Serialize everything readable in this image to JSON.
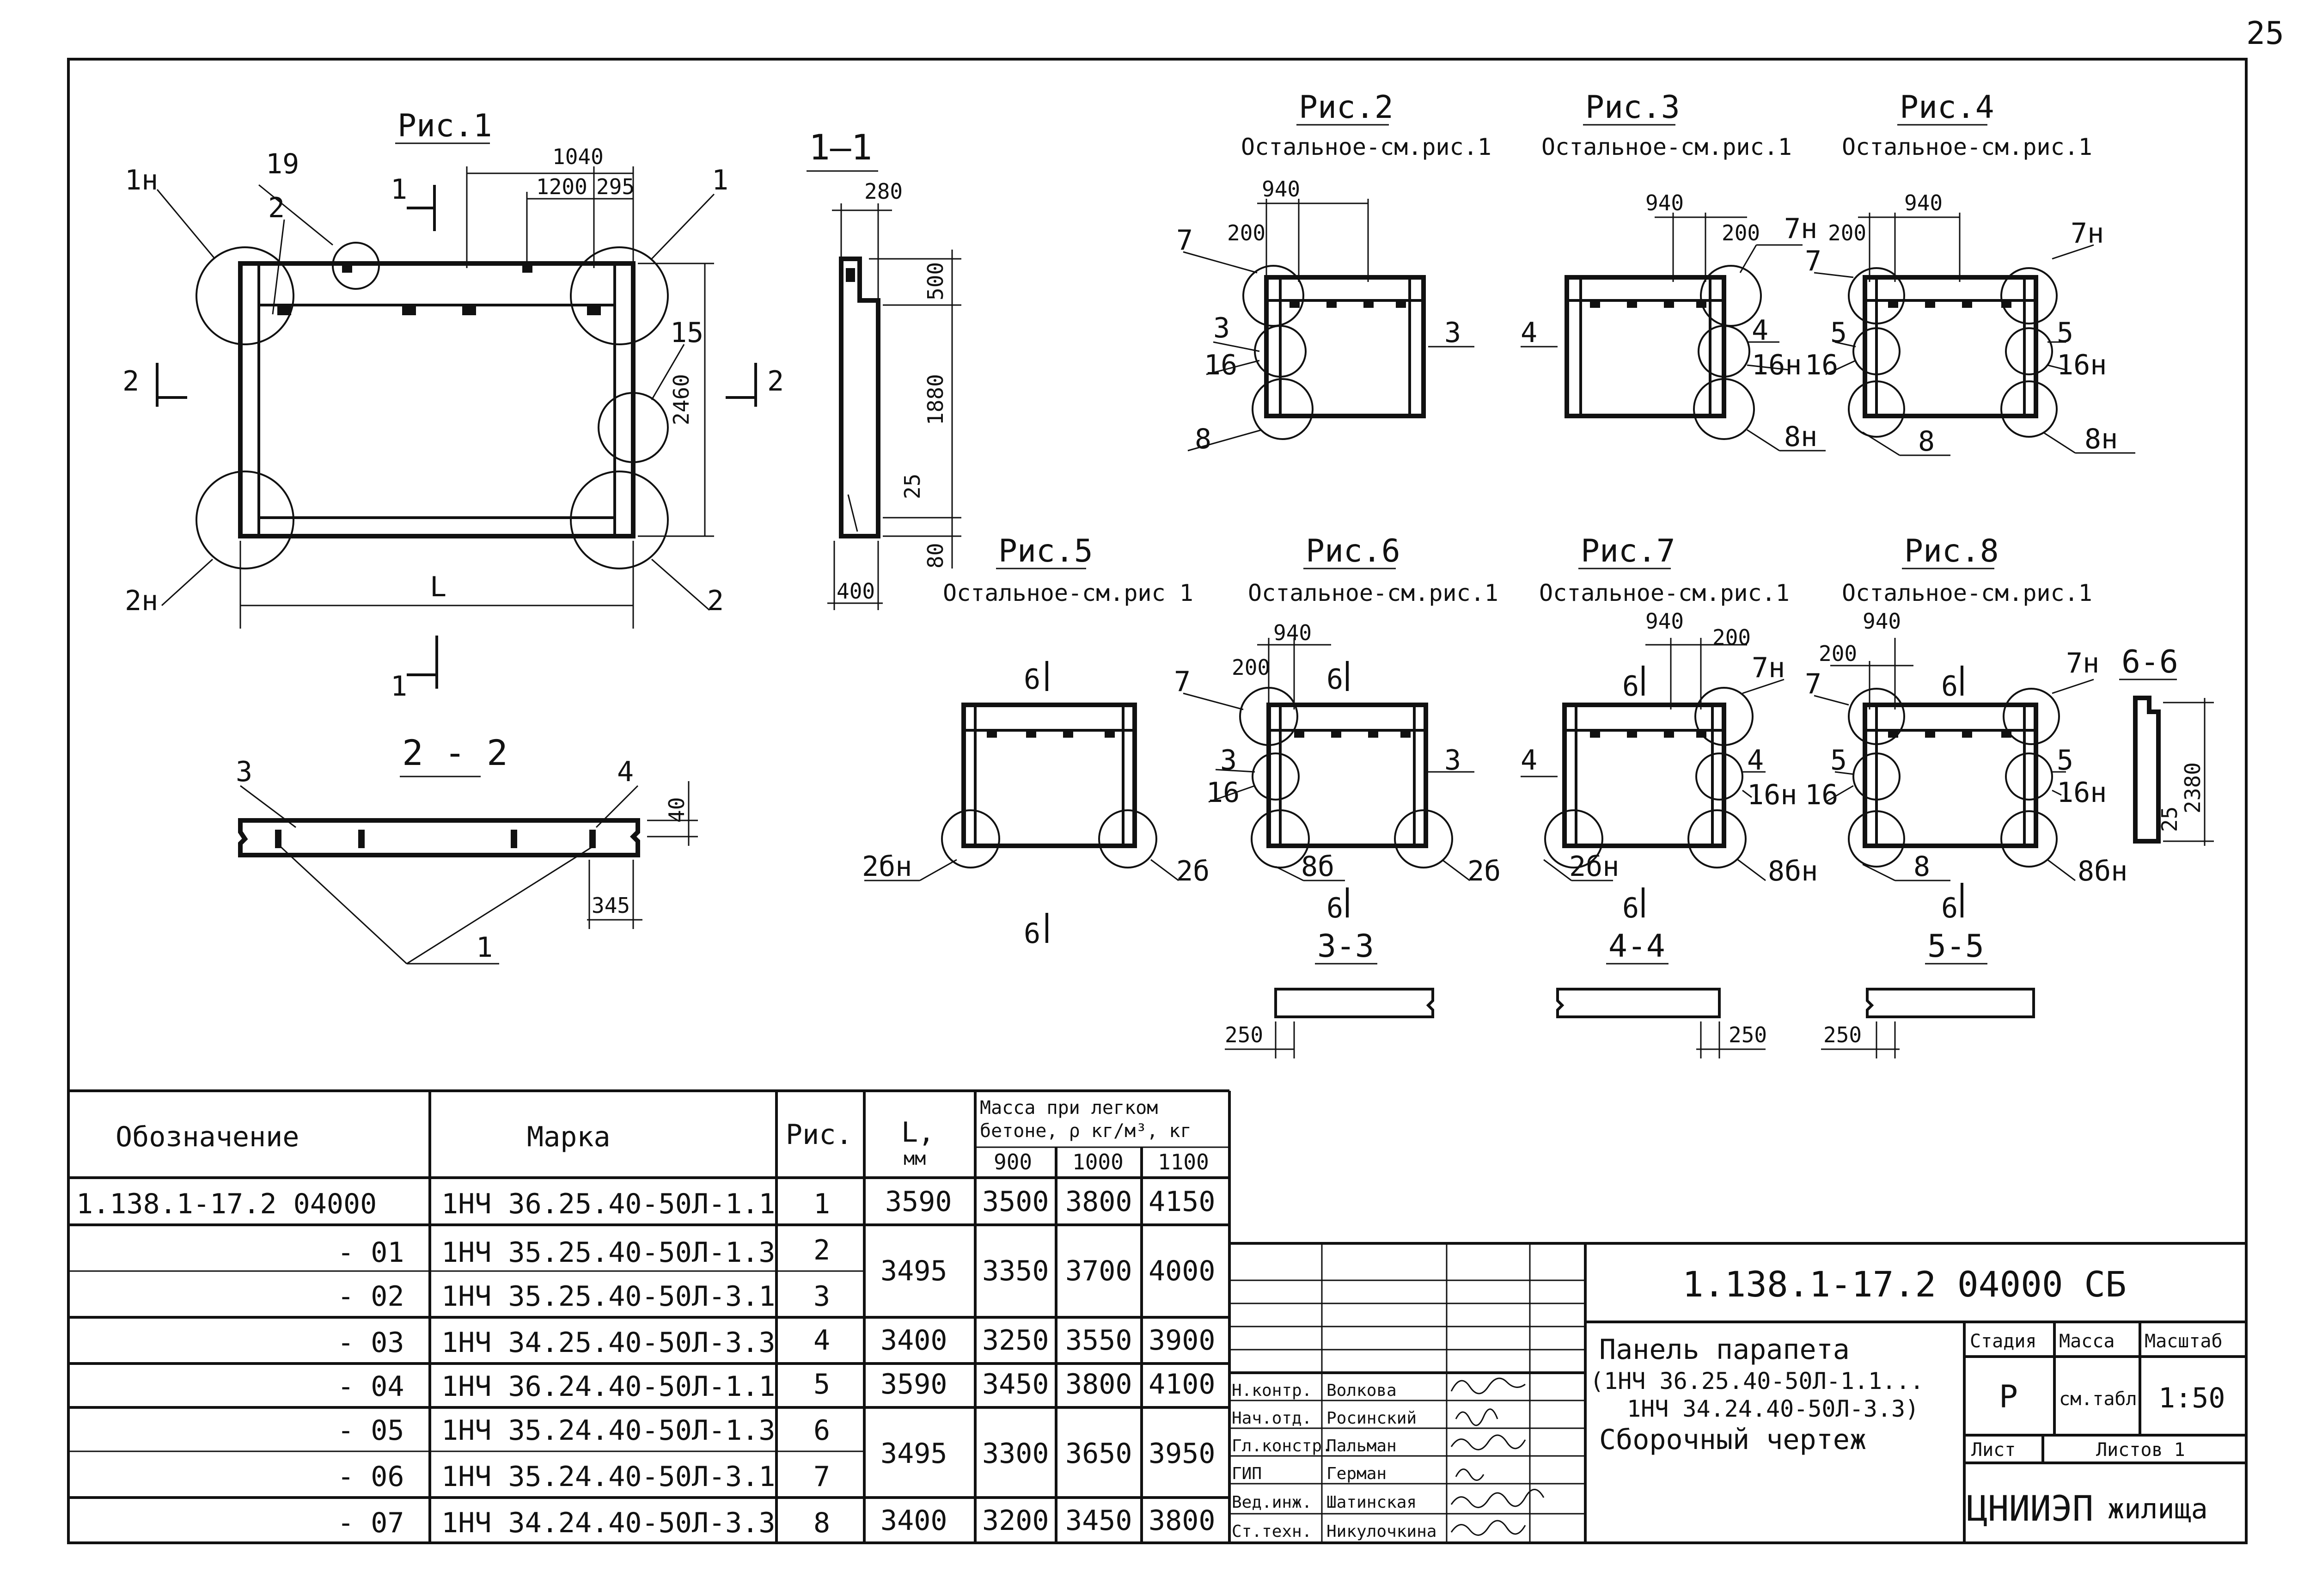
{
  "page_number": "25",
  "figures": {
    "fig1": {
      "title": "Рис.1",
      "callouts": [
        "1н",
        "19",
        "2",
        "1",
        "15",
        "2н",
        "2"
      ],
      "dims": [
        "1040",
        "1200",
        "295",
        "2460",
        "L"
      ],
      "section_marks": [
        "1",
        "1",
        "2",
        "2"
      ]
    },
    "sec11": {
      "title": "1—1",
      "dims": [
        "280",
        "500",
        "1880",
        "25",
        "80",
        "400"
      ]
    },
    "sec22": {
      "title": "2 - 2",
      "callouts": [
        "3",
        "4",
        "1"
      ],
      "dims": [
        "40",
        "345"
      ]
    },
    "fig2": {
      "title": "Рис.2",
      "note": "Остальное-см.рис.1",
      "dims": [
        "940",
        "200"
      ],
      "callouts": [
        "7",
        "3",
        "16",
        "8",
        "3"
      ]
    },
    "fig3": {
      "title": "Рис.3",
      "note": "Остальное-см.рис.1",
      "dims": [
        "940",
        "200"
      ],
      "callouts": [
        "7н",
        "4",
        "4",
        "16н",
        "8н"
      ]
    },
    "fig4": {
      "title": "Рис.4",
      "note": "Остальное-см.рис.1",
      "dims": [
        "940",
        "200"
      ],
      "callouts": [
        "7н",
        "7",
        "5",
        "16",
        "5",
        "16н",
        "8",
        "8н"
      ]
    },
    "fig5": {
      "title": "Рис.5",
      "note": "Остальное-см.рис 1",
      "callouts": [
        "2бн",
        "2б"
      ],
      "marks": [
        "6",
        "6"
      ]
    },
    "fig6": {
      "title": "Рис.6",
      "note": "Остальное-см.рис.1",
      "dims": [
        "940",
        "200"
      ],
      "callouts": [
        "7",
        "3",
        "16",
        "8б",
        "2б",
        "3"
      ],
      "marks": [
        "6",
        "6"
      ]
    },
    "fig7": {
      "title": "Рис.7",
      "note": "Остальное-см.рис.1",
      "dims": [
        "940",
        "200"
      ],
      "callouts": [
        "7н",
        "4",
        "4",
        "16н",
        "2бн",
        "8бн"
      ],
      "marks": [
        "6",
        "6"
      ]
    },
    "fig8": {
      "title": "Рис.8",
      "note": "Остальное-см.рис.1",
      "dims": [
        "200",
        "940"
      ],
      "callouts": [
        "7н",
        "7",
        "5",
        "16",
        "5",
        "16н",
        "8",
        "8бн"
      ],
      "marks": [
        "6",
        "6"
      ]
    },
    "sec66": {
      "title": "6-6",
      "dims": [
        "25",
        "2380"
      ]
    },
    "sec33": {
      "title": "3-3",
      "dims": [
        "250"
      ]
    },
    "sec44": {
      "title": "4-4",
      "dims": [
        "250"
      ]
    },
    "sec55": {
      "title": "5-5",
      "dims": [
        "250"
      ]
    }
  },
  "spec_table": {
    "headers": {
      "designation": "Обозначение",
      "mark": "Марка",
      "fig": "Рис.",
      "length": "L,",
      "length_unit": "мм",
      "mass_line1": "Масса при легком",
      "mass_line2": "бетоне, ρ кг/м³, кг",
      "densities": [
        "900",
        "1000",
        "1100"
      ]
    },
    "rows": [
      {
        "designation": "1.138.1-17.2 04000",
        "mark": "1НЧ 36.25.40-50Л-1.1",
        "fig": "1",
        "length": "3590",
        "m900": "3500",
        "m1000": "3800",
        "m1100": "4150"
      },
      {
        "designation": "- 01",
        "mark": "1НЧ 35.25.40-50Л-1.3",
        "fig": "2",
        "length": "3495",
        "m900": "3350",
        "m1000": "3700",
        "m1100": "4000"
      },
      {
        "designation": "- 02",
        "mark": "1НЧ 35.25.40-50Л-3.1",
        "fig": "3",
        "length": "",
        "m900": "",
        "m1000": "",
        "m1100": ""
      },
      {
        "designation": "- 03",
        "mark": "1НЧ 34.25.40-50Л-3.3",
        "fig": "4",
        "length": "3400",
        "m900": "3250",
        "m1000": "3550",
        "m1100": "3900"
      },
      {
        "designation": "- 04",
        "mark": "1НЧ 36.24.40-50Л-1.1",
        "fig": "5",
        "length": "3590",
        "m900": "3450",
        "m1000": "3800",
        "m1100": "4100"
      },
      {
        "designation": "- 05",
        "mark": "1НЧ 35.24.40-50Л-1.3",
        "fig": "6",
        "length": "3495",
        "m900": "3300",
        "m1000": "3650",
        "m1100": "3950"
      },
      {
        "designation": "- 06",
        "mark": "1НЧ 35.24.40-50Л-3.1",
        "fig": "7",
        "length": "",
        "m900": "",
        "m1000": "",
        "m1100": ""
      },
      {
        "designation": "- 07",
        "mark": "1НЧ 34.24.40-50Л-3.3",
        "fig": "8",
        "length": "3400",
        "m900": "3200",
        "m1000": "3450",
        "m1100": "3800"
      }
    ]
  },
  "title_block": {
    "doc_code": "1.138.1-17.2  04000 СБ",
    "title_line1": "Панель парапета",
    "title_line2": "(1НЧ 36.25.40-50Л-1.1...",
    "title_line3": "1НЧ 34.24.40-50Л-3.3)",
    "title_line4": "Сборочный чертеж",
    "stage_label": "Стадия",
    "mass_label": "Масса",
    "scale_label": "Масштаб",
    "stage": "Р",
    "mass": "см.табл",
    "scale": "1:50",
    "sheet_label": "Лист",
    "sheets_label": "Листов 1",
    "org_name_a": "ЦНИИЭП",
    "org_name_b": "жилища",
    "signatures": [
      {
        "role": "Н.контр.",
        "name": "Волкова"
      },
      {
        "role": "Нач.отд.",
        "name": "Росинский"
      },
      {
        "role": "Гл.констр.",
        "name": "Пальман"
      },
      {
        "role": "ГИП",
        "name": "Герман"
      },
      {
        "role": "Вед.инж.",
        "name": "Шатинская"
      },
      {
        "role": "Ст.техн.",
        "name": "Никулочкина"
      }
    ]
  }
}
